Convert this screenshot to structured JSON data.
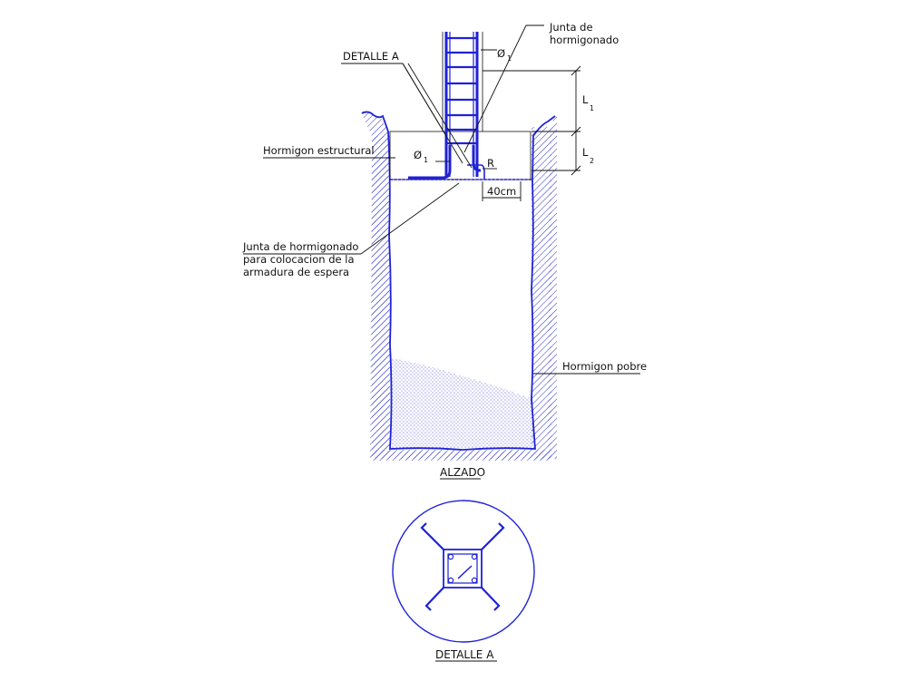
{
  "colors": {
    "rebar": "#1f22d6",
    "outline": "#1f22d6",
    "line": "#111111",
    "hatch": "#2d2fd0"
  },
  "labels": {
    "detalle_a_callout": "DETALLE A",
    "junta_top_line1": "Junta de",
    "junta_top_line2": "hormigonado",
    "phi": "Ø",
    "phi_sub": "1",
    "l1": "L",
    "l1_sub": "1",
    "l2": "L",
    "l2_sub": "2",
    "hormigon_estructural": "Hormigon estructural",
    "radius": "R",
    "dim_40cm": "40cm",
    "junta_bottom_line1": "Junta de hormigonado",
    "junta_bottom_line2": "para colocacion de la",
    "junta_bottom_line3": "armadura de espera",
    "hormigon_pobre": "Hormigon pobre",
    "alzado_title": "ALZADO",
    "detalle_a_title": "DETALLE A"
  }
}
